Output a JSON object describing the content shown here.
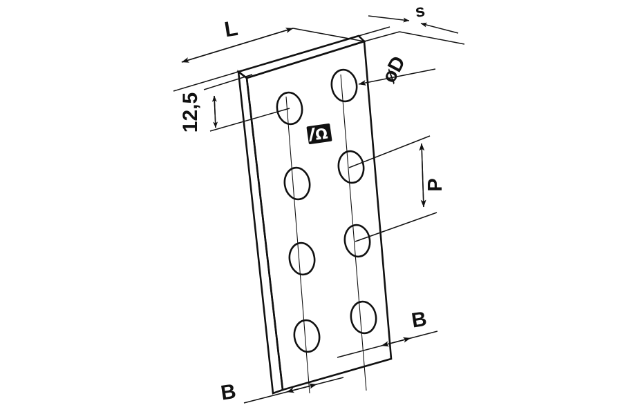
{
  "drawing": {
    "title": "Perforated C-profile isometric dimension drawing",
    "background_color": "#ffffff",
    "line_color": "#111111",
    "labels": {
      "length": "L",
      "thickness": "s",
      "hole_diameter": "øD",
      "edge_distance": "12,5",
      "pitch": "P",
      "width_left": "B",
      "width_right": "B"
    },
    "logo": {
      "mark": "Ω",
      "name": "manufacturer-logo"
    },
    "holes": {
      "left_column_count": 4,
      "right_column_count": 4
    },
    "dimensions_listed": [
      "L",
      "s",
      "øD",
      "12,5",
      "P",
      "B",
      "B"
    ]
  }
}
